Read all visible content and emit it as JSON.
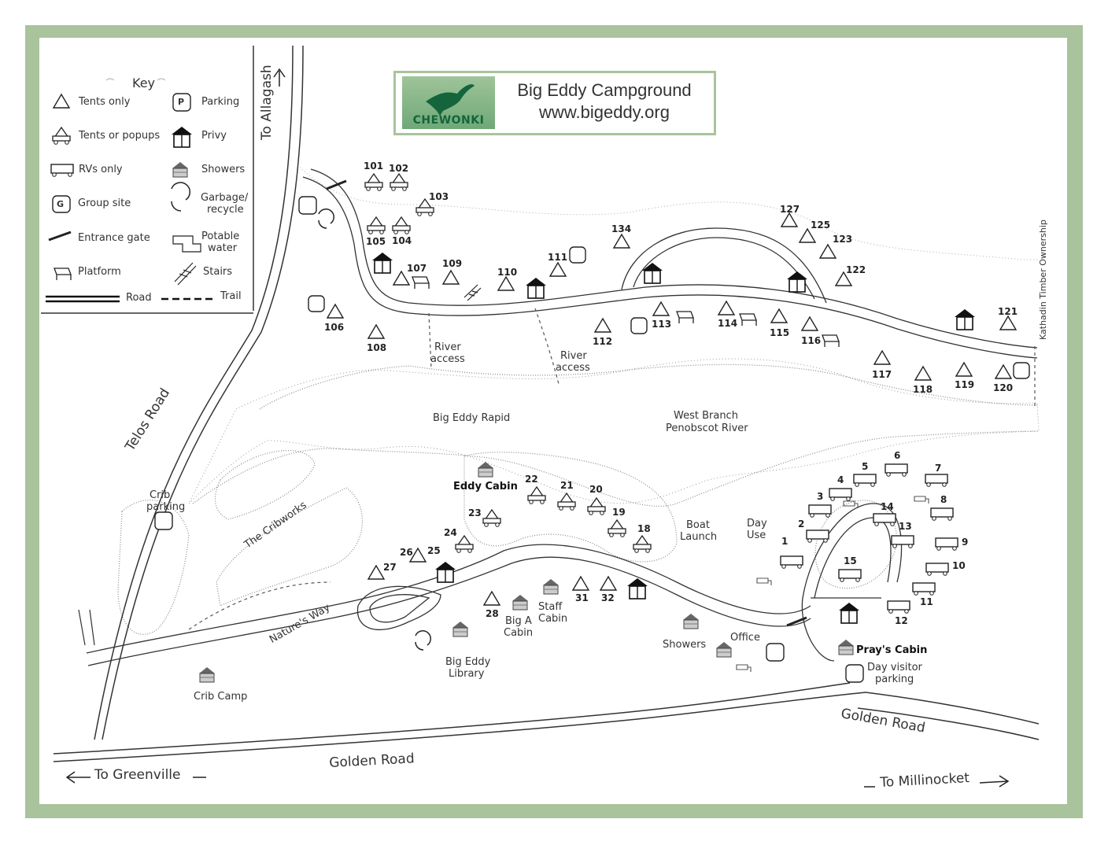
{
  "title": {
    "logo_text": "CHEWONKI",
    "name": "Big Eddy Campground",
    "url": "www.bigeddy.org"
  },
  "key": {
    "heading": "Key",
    "tents_only": "Tents only",
    "tents_popups": "Tents or popups",
    "rvs_only": "RVs only",
    "group_site": "Group site",
    "entrance_gate": "Entrance gate",
    "platform": "Platform",
    "parking": "Parking",
    "privy": "Privy",
    "showers": "Showers",
    "garbage": "Garbage/",
    "recycle": "recycle",
    "potable": "Potable",
    "water": "water",
    "stairs": "Stairs",
    "road": "Road",
    "trail": "Trail",
    "p_symbol": "P",
    "g_symbol": "G"
  },
  "labels": {
    "to_allagash": "To Allagash",
    "telos_road": "Telos Road",
    "crib_parking_1": "Crib",
    "crib_parking_2": "parking",
    "the_cribworks": "The Cribworks",
    "natures_way": "Nature's Way",
    "crib_camp": "Crib Camp",
    "big_eddy_rapid": "Big Eddy Rapid",
    "west_branch_1": "West Branch",
    "west_branch_2": "Penobscot River",
    "river_access_a1": "River",
    "river_access_a2": "access",
    "river_access_b1": "River",
    "river_access_b2": "access",
    "eddy_cabin": "Eddy Cabin",
    "boat_launch_1": "Boat",
    "boat_launch_2": "Launch",
    "day_use_1": "Day",
    "day_use_2": "Use",
    "big_a_cabin_1": "Big A",
    "big_a_cabin_2": "Cabin",
    "staff_cabin_1": "Staff",
    "staff_cabin_2": "Cabin",
    "big_eddy_library_1": "Big Eddy",
    "big_eddy_library_2": "Library",
    "showers": "Showers",
    "office": "Office",
    "prays_cabin": "Pray's Cabin",
    "day_visitor_1": "Day visitor",
    "day_visitor_2": "parking",
    "golden_road_left": "Golden Road",
    "golden_road_right": "Golden Road",
    "to_greenville": "To Greenville",
    "to_millinocket": "To Millinocket",
    "kathadin": "Kathadin Timber Ownership"
  },
  "site_numbers": {
    "s101": "101",
    "s102": "102",
    "s103": "103",
    "s104": "104",
    "s105": "105",
    "s106": "106",
    "s107": "107",
    "s108": "108",
    "s109": "109",
    "s110": "110",
    "s111": "111",
    "s112": "112",
    "s113": "113",
    "s114": "114",
    "s115": "115",
    "s116": "116",
    "s117": "117",
    "s118": "118",
    "s119": "119",
    "s120": "120",
    "s121": "121",
    "s122": "122",
    "s123": "123",
    "s125": "125",
    "s127": "127",
    "s134": "134",
    "s1": "1",
    "s2": "2",
    "s3": "3",
    "s4": "4",
    "s5": "5",
    "s6": "6",
    "s7": "7",
    "s8": "8",
    "s9": "9",
    "s10": "10",
    "s11": "11",
    "s12": "12",
    "s13": "13",
    "s14": "14",
    "s15": "15",
    "s19": "19",
    "s20": "20",
    "s21": "21",
    "s22": "22",
    "s23": "23",
    "s24": "24",
    "s25": "25",
    "s26": "26",
    "s27": "27",
    "s28": "28",
    "s31": "31",
    "s32": "32",
    "s18": "18"
  },
  "colors": {
    "frame": "#a9c39c",
    "ink": "#333333",
    "logo_green": "#14653b"
  }
}
